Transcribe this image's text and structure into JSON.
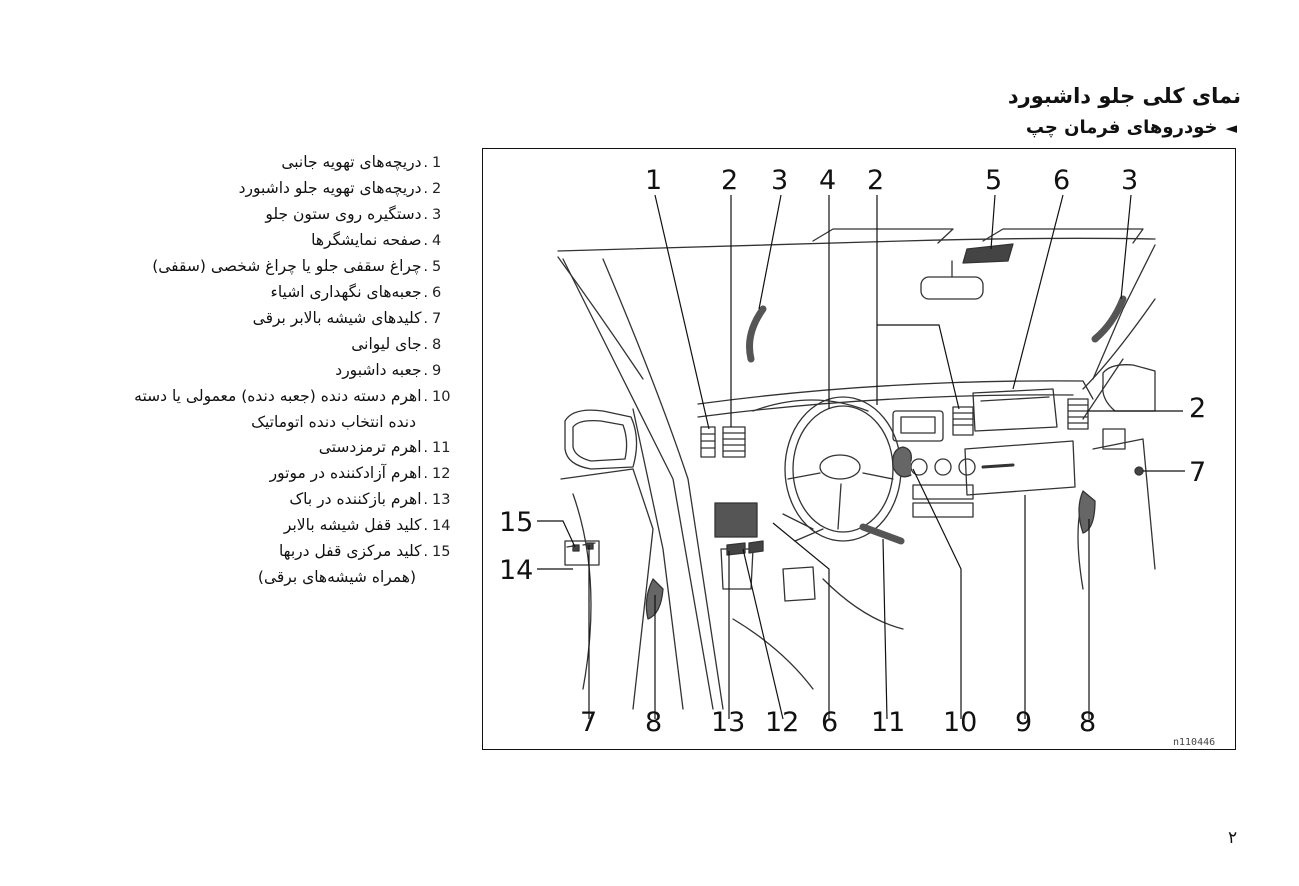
{
  "page": {
    "title": "نمای کلی جلو داشبورد",
    "subtitle": "خودروهای فرمان چپ",
    "subtitle_marker": "◄",
    "page_number": "۲"
  },
  "legend": [
    {
      "num": "1",
      "text": "دریچه‌های تهویه جانبی"
    },
    {
      "num": "2",
      "text": "دریچه‌های تهویه جلو داشبورد"
    },
    {
      "num": "3",
      "text": "دستگیره روی ستون جلو"
    },
    {
      "num": "4",
      "text": "صفحه نمایشگرها"
    },
    {
      "num": "5",
      "text": "چراغ سقفی جلو یا چراغ شخصی (سقفی)"
    },
    {
      "num": "6",
      "text": "جعبه‌های نگهداری اشیاء"
    },
    {
      "num": "7",
      "text": "کلیدهای شیشه بالابر برقی"
    },
    {
      "num": "8",
      "text": "جای لیوانی"
    },
    {
      "num": "9",
      "text": "جعبه داشبورد"
    },
    {
      "num": "10",
      "text": "اهرم دسته دنده (جعبه دنده) معمولی یا دسته",
      "cont": "دنده انتخاب دنده اتوماتیک"
    },
    {
      "num": "11",
      "text": "اهرم ترمزدستی"
    },
    {
      "num": "12",
      "text": "اهرم آزادکننده در موتور"
    },
    {
      "num": "13",
      "text": "اهرم بازکننده در باک"
    },
    {
      "num": "14",
      "text": "کلید قفل شیشه بالابر"
    },
    {
      "num": "15",
      "text": "کلید مرکزی قفل دربها",
      "cont": "(همراه شیشه‌های برقی)"
    }
  ],
  "figure": {
    "top_labels": [
      "1",
      "2",
      "3",
      "4",
      "2",
      "5",
      "6",
      "3"
    ],
    "right_labels": [
      "2",
      "7"
    ],
    "left_labels": [
      "15",
      "14"
    ],
    "bottom_labels": [
      "7",
      "8",
      "13",
      "12",
      "6",
      "11",
      "10",
      "9",
      "8"
    ],
    "code": "n110446"
  }
}
